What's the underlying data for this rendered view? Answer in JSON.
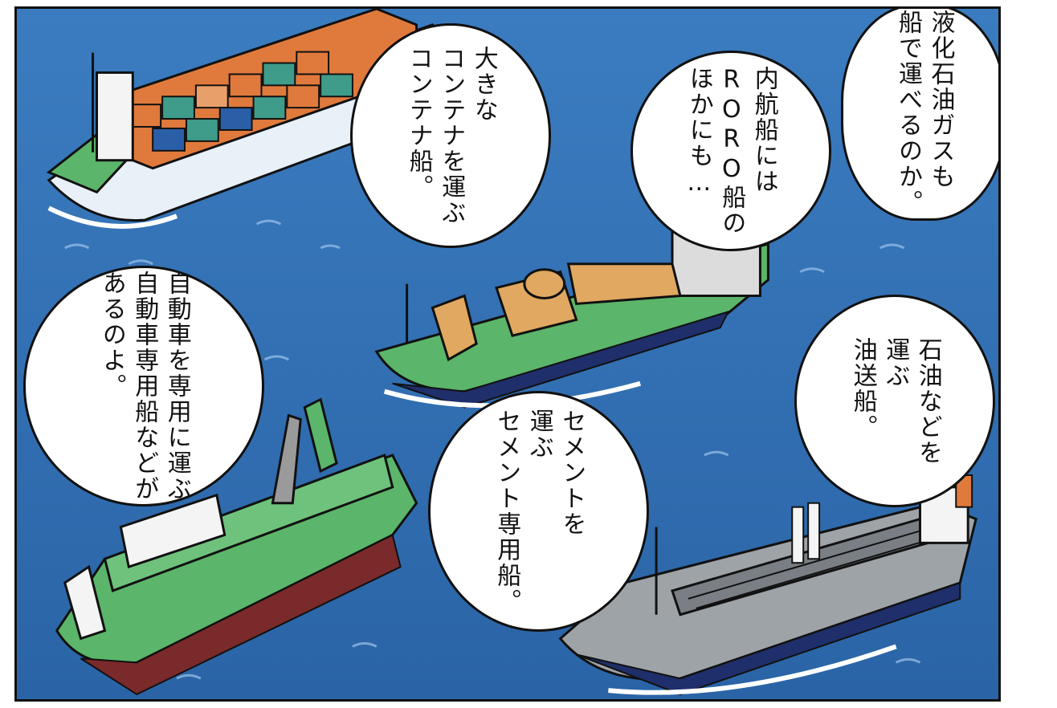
{
  "bubbles": {
    "lpg": "液化石油ガスも\n船で運べるのか。",
    "roro": "内航船には\nRORO船の\nほかにも…",
    "container": "大きな\nコンテナを運ぶ\nコンテナ船。",
    "car": "自動車を専用に運ぶ\n自動車専用船などが\nあるのよ。",
    "cement": "セメントを\n運ぶ\nセメント専用船。",
    "oil": "石油などを\n運ぶ\n油送船。"
  },
  "colors": {
    "sea": "#2f6fb3",
    "hull_green": "#5bb56a",
    "hull_navy": "#1f2f6b",
    "hull_red": "#7a2a2a",
    "container_orange": "#e07a3c",
    "container_teal": "#3f9b8a",
    "container_blue": "#2a5fa8"
  },
  "icons": [
    "container-ship",
    "cement-carrier",
    "car-carrier",
    "oil-tanker"
  ]
}
